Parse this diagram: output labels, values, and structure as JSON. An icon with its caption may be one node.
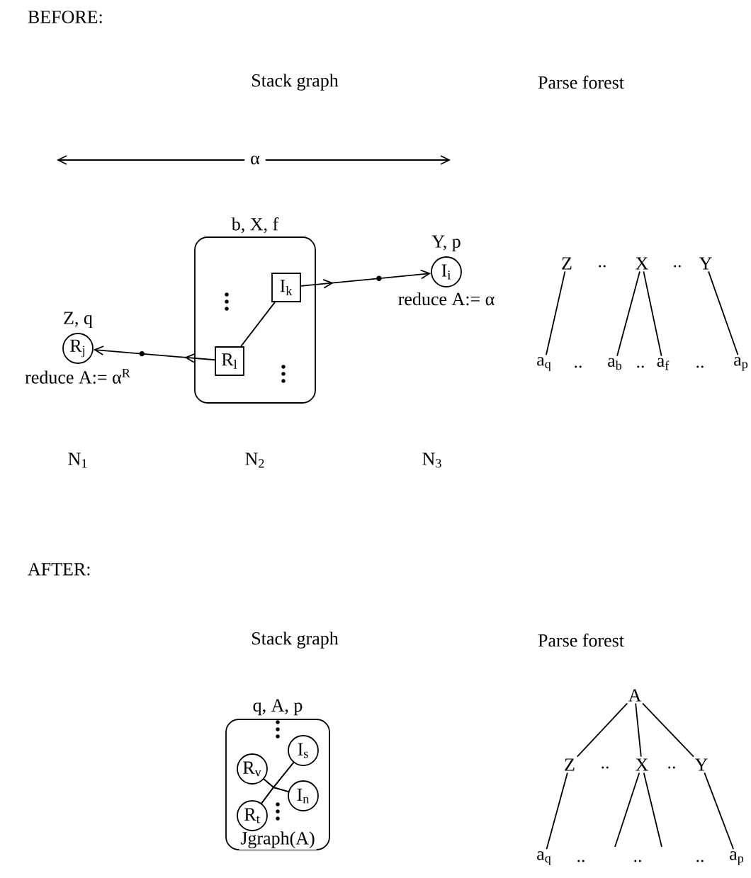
{
  "diagram": {
    "nodes": [
      {
        "text": [
          "b, X, f"
        ]
      },
      {
        "text": [
          "I$_{k}$"
        ],
        "in": 0
      },
      {
        "text": [
          "R$_{l}$"
        ],
        "in": 0
      },
      {
        "text": [
          "R$_{j}$"
        ],
        "beside": [
          "Z, q",
          "reduce A:= α$^{R}$"
        ]
      },
      {
        "text": [
          "I$_{i}$"
        ],
        "beside": [
          "Y, p",
          "reduce A:= α"
        ]
      },
      {
        "text": [
          "Z"
        ]
      },
      {
        "text": [
          "X"
        ]
      },
      {
        "text": [
          "Y"
        ]
      },
      {
        "text": [
          "a$_{q}$"
        ]
      },
      {
        "text": [
          "a$_{b}$"
        ]
      },
      {
        "text": [
          "a$_{f}$"
        ]
      },
      {
        "text": [
          "a$_{p}$"
        ]
      },
      {
        "text": [
          "q, A, p",
          "Jgraph(A)"
        ]
      },
      {
        "text": [
          "R$_{v}$"
        ],
        "in": 12
      },
      {
        "text": [
          "R$_{t}$"
        ],
        "in": 12
      },
      {
        "text": [
          "I$_{s}$"
        ],
        "in": 12
      },
      {
        "text": [
          "I$_{n}$"
        ],
        "in": 12
      },
      {
        "text": [
          "A"
        ]
      },
      {
        "text": [
          "Z"
        ]
      },
      {
        "text": [
          "X"
        ]
      },
      {
        "text": [
          "Y"
        ]
      },
      {
        "text": [
          "a$_{q}$"
        ]
      },
      {
        "text": [
          "a$_{p}$"
        ]
      }
    ],
    "edges": [
      {
        "from": 2,
        "to": 1,
        "arrow": "none"
      },
      {
        "from": 2,
        "to": 3,
        "arrow": "to"
      },
      {
        "from": 1,
        "to": 4,
        "arrow": "to"
      },
      {
        "from": 5,
        "to": 8,
        "arrow": "none"
      },
      {
        "from": 6,
        "to": 9,
        "arrow": "none"
      },
      {
        "from": 6,
        "to": 10,
        "arrow": "none"
      },
      {
        "from": 7,
        "to": 11,
        "arrow": "none"
      },
      {
        "from": 13,
        "to": 15,
        "arrow": "none"
      },
      {
        "from": 13,
        "to": 16,
        "arrow": "none"
      },
      {
        "from": 14,
        "to": 15,
        "arrow": "none"
      },
      {
        "from": 14,
        "to": 16,
        "arrow": "none"
      },
      {
        "from": 17,
        "to": 18,
        "arrow": "none"
      },
      {
        "from": 17,
        "to": 19,
        "arrow": "none"
      },
      {
        "from": 17,
        "to": 20,
        "arrow": "none"
      },
      {
        "from": 18,
        "to": 21,
        "arrow": "none"
      },
      {
        "from": 19,
        "to": null,
        "arrow": "none"
      },
      {
        "from": 19,
        "to": null,
        "arrow": "none"
      },
      {
        "from": 20,
        "to": 22,
        "arrow": "none"
      }
    ],
    "labels": [
      "BEFORE:",
      "Stack graph",
      "Parse forest",
      "α",
      "..",
      "..",
      "..",
      "..",
      "..",
      "N$_{1}$",
      "N$_{2}$",
      "N$_{3}$",
      "AFTER:",
      "Stack graph",
      "Parse forest",
      "..",
      "..",
      "..",
      "..",
      ".."
    ]
  }
}
